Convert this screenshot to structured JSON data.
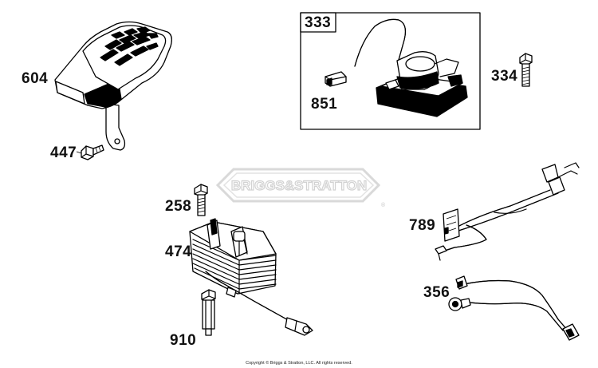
{
  "watermark": {
    "text": "BRIGGS&STRATTON",
    "registered": "®",
    "color": "#d9d9d9"
  },
  "callouts": {
    "p604": "604",
    "p447": "447",
    "p333": "333",
    "p851": "851",
    "p334": "334",
    "p258": "258",
    "p474": "474",
    "p910": "910",
    "p789": "789",
    "p356": "356"
  },
  "footer": {
    "copyright": "Copyright © Briggs & Stratton, LLC. All rights reserved."
  }
}
